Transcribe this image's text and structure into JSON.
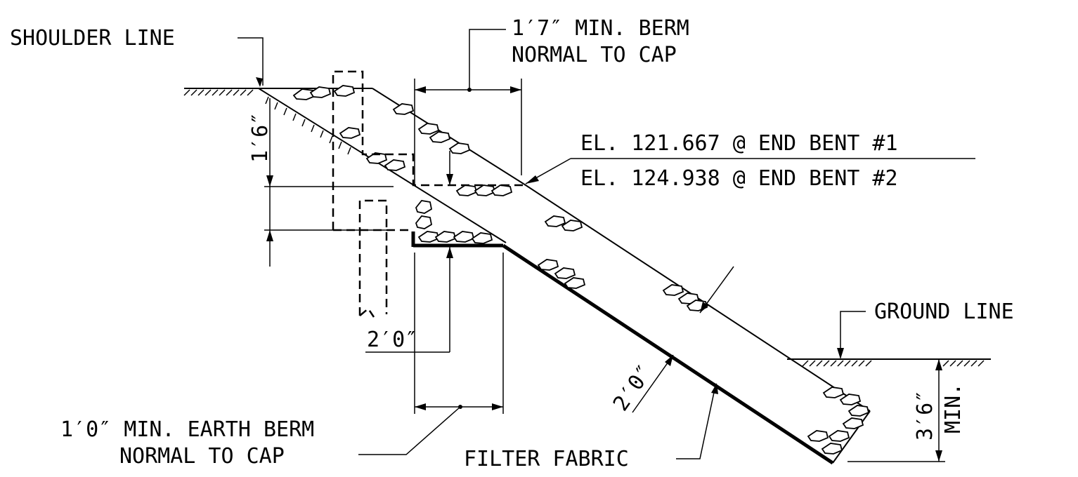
{
  "labels": {
    "shoulder_line": "SHOULDER LINE",
    "berm_top_line1": "1′7″ MIN. BERM",
    "berm_top_line2": "NORMAL TO CAP",
    "elev_1": "EL. 121.667 @ END BENT #1",
    "elev_2": "EL. 124.938 @ END BENT #2",
    "dim_1_6": "1′6″",
    "dim_2_0_left": "2′0″",
    "ground_line": "GROUND LINE",
    "dim_2_0_slope": "2′0″",
    "dim_3_6": "3′6″",
    "dim_min": "MIN.",
    "earth_berm_line1": "1′0″ MIN. EARTH BERM",
    "earth_berm_line2": "NORMAL TO CAP",
    "filter_fabric": "FILTER FABRIC"
  }
}
